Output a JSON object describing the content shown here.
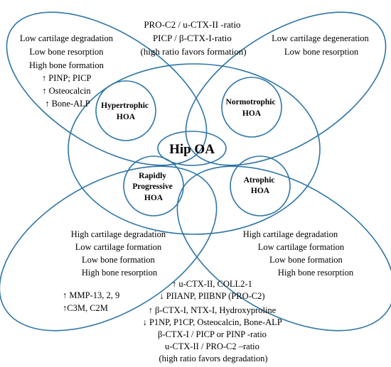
{
  "colors": {
    "outline": "#2e75a6",
    "text": "#000000",
    "background": "#ffffff"
  },
  "center": {
    "label": "Hip OA"
  },
  "subtypes": {
    "hypertrophic": [
      "Hypertrophic",
      "HOA"
    ],
    "normotrophic": [
      "Normotrophic",
      "HOA"
    ],
    "rapidly_progressive": [
      "Rapidly",
      "Progressive",
      "HOA"
    ],
    "atrophic": [
      "Atrophic",
      "HOA"
    ]
  },
  "top_ratio": [
    "PRO-C2 / u-CTX-II -ratio",
    "PICP / β-CTX-I-ratio",
    "(high ratio favors formation)"
  ],
  "top_left": [
    "Low cartilage degradation",
    "Low bone resorption",
    "High bone formation",
    "↑ PINP; PICP",
    "↑ Osteocalcin",
    "↑ Bone-ALP"
  ],
  "top_right": [
    "Low cartilage degeneration",
    "Low bone resorption"
  ],
  "bottom_left": [
    "High cartilage degradation",
    "Low cartilage formation",
    "Low bone formation",
    "High bone resorption"
  ],
  "bottom_left_markers": [
    "↑ MMP-13, 2, 9",
    "↑C3M, C2M"
  ],
  "bottom_right": [
    "High cartilage degradation",
    "Low cartilage formation",
    "Low bone formation",
    "High bone resorption"
  ],
  "bottom_markers": [
    "↑ u-CTX-II, COLL2-1",
    "↓ PIIANP, PIIBNP (PRO-C2)",
    "↑ β-CTX-I, NTX-I, Hydroxyproline",
    "↓ P1NP, P1CP, Osteocalcin, Bone-ALP",
    "β-CTX-I / PICP or PINP -ratio",
    "u-CTX-II / PRO-C2 –ratio",
    "(high ratio favors degradation)"
  ]
}
